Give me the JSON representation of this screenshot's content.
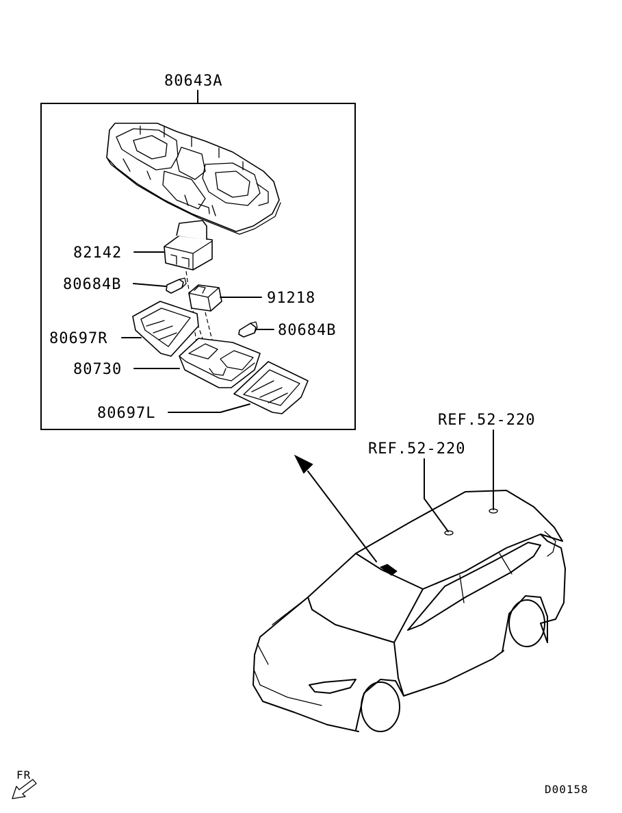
{
  "labels": {
    "overhead_console": "80643A",
    "switch": "82142",
    "bulb_left": "80684B",
    "socket": "91218",
    "bulb_right": "80684B",
    "lens_right": "80697R",
    "housing": "80730",
    "lens_left": "80697L",
    "ref_1": "REF.52-220",
    "ref_2": "REF.52-220",
    "front_marker": "FR",
    "diagram_code": "D00158"
  }
}
